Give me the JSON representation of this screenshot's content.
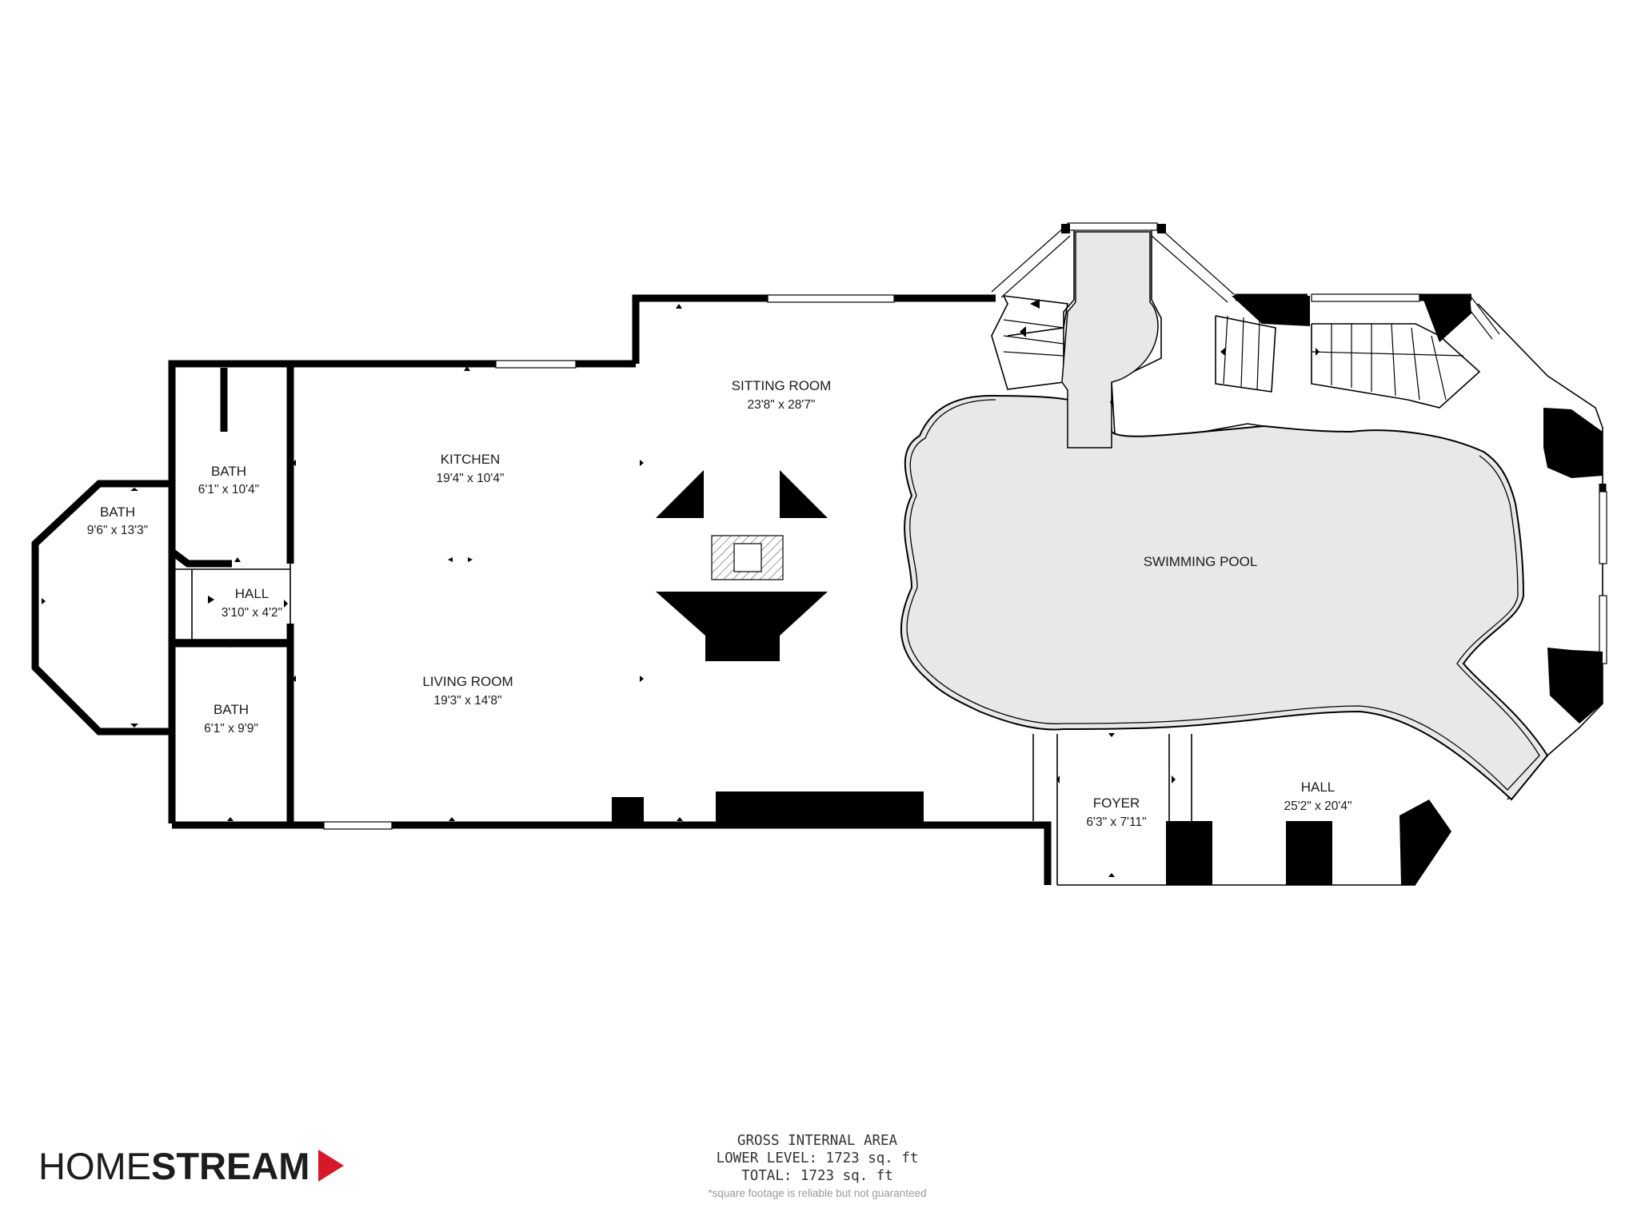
{
  "rooms": [
    {
      "id": "bath-octagon",
      "name": "BATH",
      "dims": "9'6\" x 13'3\""
    },
    {
      "id": "bath-upper",
      "name": "BATH",
      "dims": "6'1\" x 10'4\""
    },
    {
      "id": "hall-small",
      "name": "HALL",
      "dims": "3'10\" x 4'2\""
    },
    {
      "id": "bath-lower",
      "name": "BATH",
      "dims": "6'1\" x 9'9\""
    },
    {
      "id": "kitchen",
      "name": "KITCHEN",
      "dims": "19'4\" x 10'4\""
    },
    {
      "id": "living-room",
      "name": "LIVING ROOM",
      "dims": "19'3\" x 14'8\""
    },
    {
      "id": "sitting-room",
      "name": "SITTING ROOM",
      "dims": "23'8\" x 28'7\""
    },
    {
      "id": "swimming-pool",
      "name": "SWIMMING POOL",
      "dims": ""
    },
    {
      "id": "foyer",
      "name": "FOYER",
      "dims": "6'3\" x 7'11\""
    },
    {
      "id": "hall-large",
      "name": "HALL",
      "dims": "25'2\" x 20'4\""
    }
  ],
  "area": {
    "heading": "GROSS INTERNAL AREA",
    "lower_level": "LOWER LEVEL: 1723 sq. ft",
    "total": "TOTAL: 1723 sq. ft",
    "disclaimer": "*square footage is reliable but not guaranteed"
  },
  "brand": {
    "part1": "HOME",
    "part2": "STREAM",
    "accent_color": "#d7182a"
  },
  "colors": {
    "wall": "#000000",
    "pool_fill": "#e8e8e8",
    "background": "#ffffff"
  }
}
